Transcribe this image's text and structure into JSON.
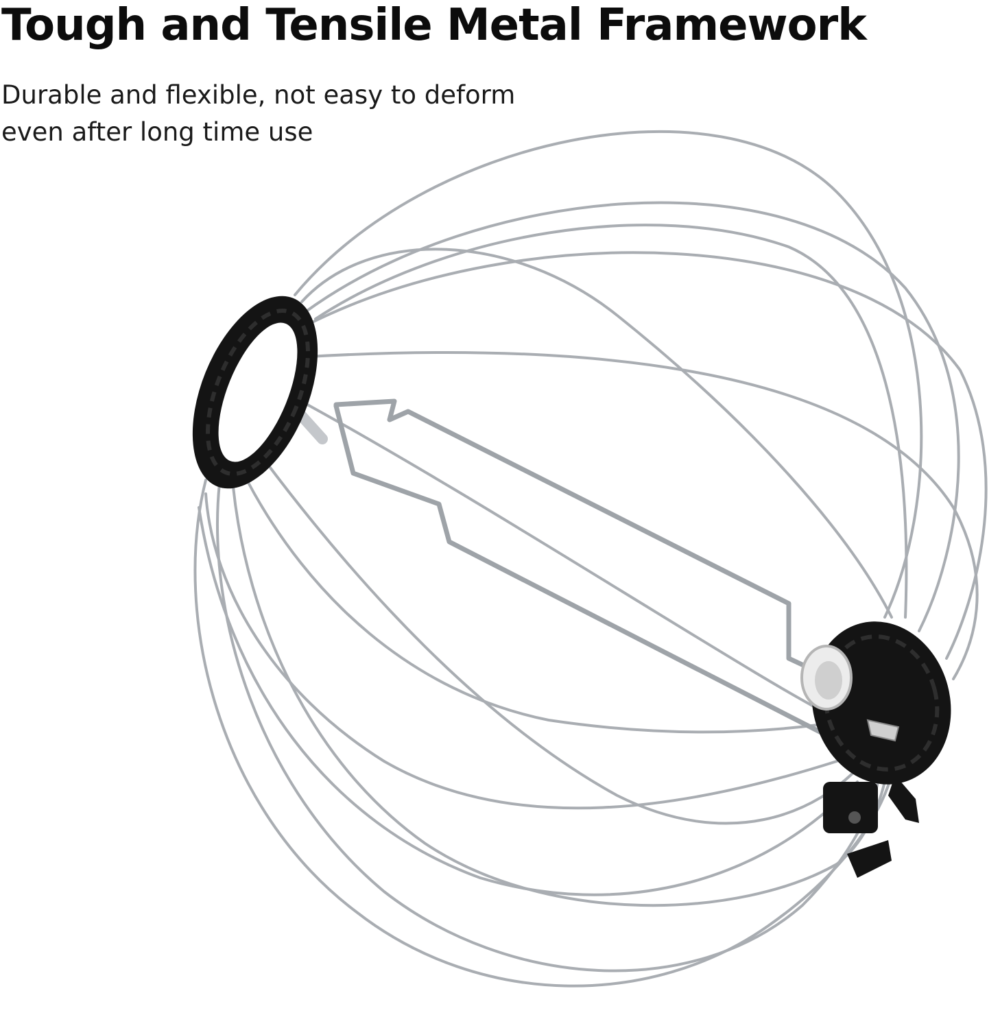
{
  "heading": {
    "title": "Tough and Tensile Metal Framework",
    "subtitle_line1": "Durable and flexible, not easy to deform",
    "subtitle_line2": "even after long time use"
  },
  "colors": {
    "background": "#ffffff",
    "text": "#0c0c0c",
    "wire": "#a9adb2",
    "mount": "#141414"
  },
  "icons": {
    "product": "lantern-frame-icon"
  }
}
